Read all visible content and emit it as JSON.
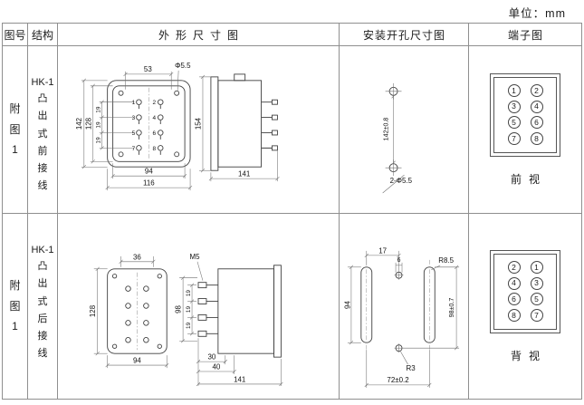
{
  "unit_label": "单位：mm",
  "header": {
    "fig_no": "图号",
    "structure": "结构",
    "outline": "外形尺寸图",
    "mounting": "安装开孔尺寸图",
    "terminal": "端子图"
  },
  "rows": [
    {
      "fig_label": "附图1",
      "model": "HK-1",
      "structure": "凸出式前接线",
      "outline": {
        "top_width": "53",
        "hole_dia": "Φ5.5",
        "height_outer": "142",
        "height_inner": "128",
        "pitch_a": "19",
        "pitch_b": "19",
        "pitch_c": "19",
        "width_inner": "94",
        "width_outer": "116",
        "side_height": "154",
        "side_depth": "141",
        "terminals": [
          "1",
          "2",
          "3",
          "4",
          "5",
          "6",
          "7",
          "8"
        ]
      },
      "mounting": {
        "vertical_dim": "142±0.8",
        "holes_label": "2-Φ5.5"
      },
      "terminal": {
        "cells": [
          [
            "1",
            "2"
          ],
          [
            "3",
            "4"
          ],
          [
            "5",
            "6"
          ],
          [
            "7",
            "8"
          ]
        ],
        "caption": "前视"
      }
    },
    {
      "fig_label": "附图1",
      "model": "HK-1",
      "structure": "凸出式后接线",
      "outline": {
        "top_width": "36",
        "height_outer": "128",
        "width_bottom": "94",
        "screw_label": "M5",
        "pin_span": "98",
        "pitch_a": "19",
        "pitch_b": "19",
        "pitch_c": "19",
        "depth_a": "30",
        "depth_b": "40",
        "side_depth": "141"
      },
      "mounting": {
        "dim_17": "17",
        "dim_6": "6",
        "slot_radius": "R8.5",
        "left_dim": "94",
        "right_dim": "98±0.7",
        "hole_radius": "R3",
        "bottom_dim": "72±0.2"
      },
      "terminal": {
        "cells": [
          [
            "2",
            "1"
          ],
          [
            "4",
            "3"
          ],
          [
            "6",
            "5"
          ],
          [
            "8",
            "7"
          ]
        ],
        "caption": "背视"
      }
    }
  ]
}
